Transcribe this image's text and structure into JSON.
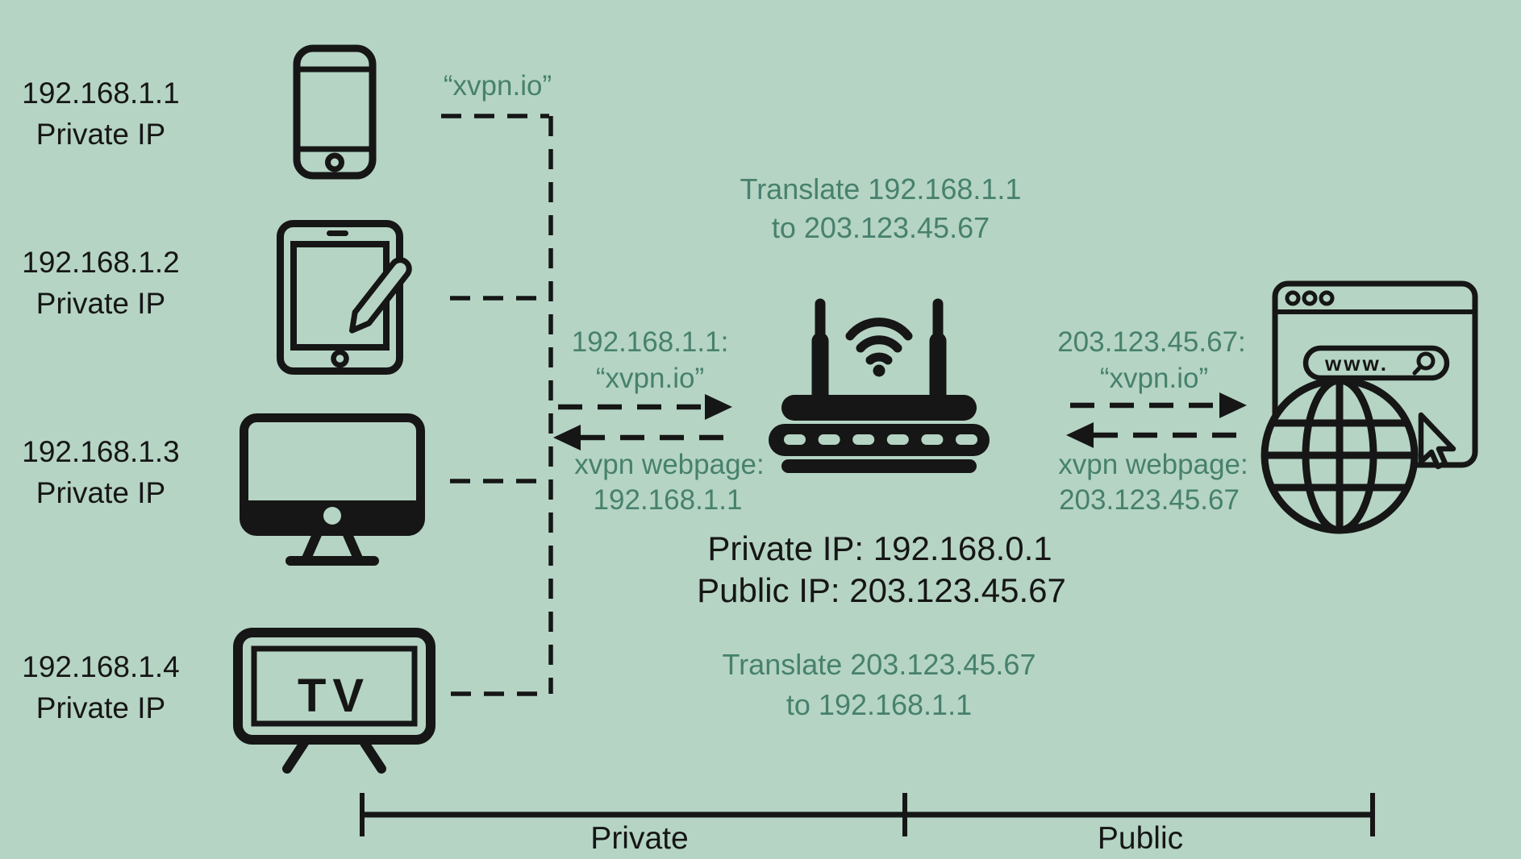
{
  "colors": {
    "background": "#b5d4c4",
    "ink": "#161616",
    "green": "#47816d"
  },
  "devices": [
    {
      "ip": "192.168.1.1",
      "type": "Private IP"
    },
    {
      "ip": "192.168.1.2",
      "type": "Private IP"
    },
    {
      "ip": "192.168.1.3",
      "type": "Private IP"
    },
    {
      "ip": "192.168.1.4",
      "type": "Private IP"
    }
  ],
  "labels": {
    "domain_request": "“xvpn.io”"
  },
  "nat_up": {
    "line1": "Translate 192.168.1.1",
    "line2": "to 203.123.45.67"
  },
  "nat_down": {
    "line1": "Translate 203.123.45.67",
    "line2": "to 192.168.1.1"
  },
  "private_flow": {
    "request_line1": "192.168.1.1:",
    "request_line2": "“xvpn.io”",
    "response_line1": "xvpn webpage:",
    "response_line2": "192.168.1.1"
  },
  "public_flow": {
    "request_line1": "203.123.45.67:",
    "request_line2": "“xvpn.io”",
    "response_line1": "xvpn webpage:",
    "response_line2": "203.123.45.67"
  },
  "router_text": {
    "private_ip": "Private IP: 192.168.0.1",
    "public_ip": "Public IP: 203.123.45.67"
  },
  "tv": {
    "screen_text": "TV"
  },
  "browser": {
    "address_text": "www."
  },
  "axis": {
    "private_label": "Private",
    "public_label": "Public"
  },
  "icons": {
    "smartphone": "smartphone-icon",
    "tablet": "tablet-pen-icon",
    "monitor": "desktop-monitor-icon",
    "tv": "tv-icon",
    "router": "wifi-router-icon",
    "browser": "web-browser-globe-icon"
  }
}
